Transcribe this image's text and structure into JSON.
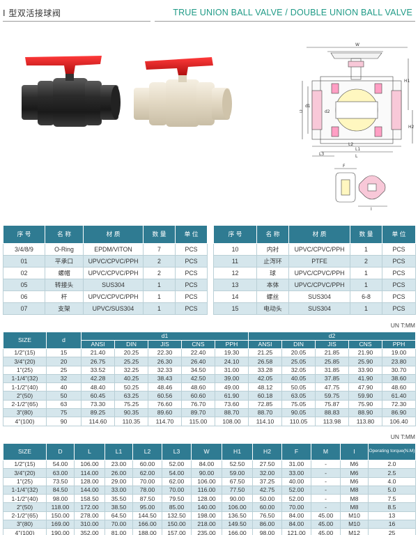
{
  "header": {
    "title_cn": "I 型双活接球阀",
    "title_en": "TRUE UNION BALL VALVE / DOUBLE UNION BALL VALVE"
  },
  "photos": {
    "valve1_color": "#2a2a2a",
    "valve2_color": "#e8e0cf",
    "handle_color": "#d81e1e"
  },
  "drawing_labels": {
    "D": "D",
    "d1": "d1",
    "d2": "d2",
    "L": "L",
    "L1": "L1",
    "L2": "L2",
    "L3": "L3",
    "H1": "H1",
    "H2": "H2",
    "W": "W",
    "F": "F",
    "I": "I"
  },
  "parts": {
    "headers": [
      "序 号",
      "名 称",
      "材 质",
      "数 量",
      "单 位"
    ],
    "left": [
      [
        "3/4/8/9",
        "O-Ring",
        "EPDM/VITON",
        "7",
        "PCS"
      ],
      [
        "01",
        "平承口",
        "UPVC/CPVC/PPH",
        "2",
        "PCS"
      ],
      [
        "02",
        "螺帽",
        "UPVC/CPVC/PPH",
        "2",
        "PCS"
      ],
      [
        "05",
        "转接头",
        "SUS304",
        "1",
        "PCS"
      ],
      [
        "06",
        "杆",
        "UPVC/CPVC/PPH",
        "1",
        "PCS"
      ],
      [
        "07",
        "支架",
        "UPVC/SUS304",
        "1",
        "PCS"
      ]
    ],
    "right": [
      [
        "10",
        "内衬",
        "UPVC/CPVC/PPH",
        "1",
        "PCS"
      ],
      [
        "11",
        "止泻环",
        "PTFE",
        "2",
        "PCS"
      ],
      [
        "12",
        "球",
        "UPVC/CPVC/PPH",
        "1",
        "PCS"
      ],
      [
        "13",
        "本体",
        "UPVC/CPVC/PPH",
        "1",
        "PCS"
      ],
      [
        "14",
        "螺丝",
        "SUS304",
        "6-8",
        "PCS"
      ],
      [
        "15",
        "电动头",
        "SUS304",
        "1",
        "PCS"
      ]
    ]
  },
  "unit_label": "UN T:MM",
  "unit_label2": "UN T:MM",
  "dims1": {
    "size": "SIZE",
    "d": "d",
    "d1": "d1",
    "d2": "d2",
    "sub": [
      "ANSI",
      "DIN",
      "JIS",
      "CNS",
      "PPH",
      "ANSI",
      "DIN",
      "JIS",
      "CNS",
      "PPH"
    ],
    "rows": [
      [
        "1/2\"(15)",
        "15",
        "21.40",
        "20.25",
        "22.30",
        "22.40",
        "19.30",
        "21.25",
        "20.05",
        "21.85",
        "21.90",
        "19.00"
      ],
      [
        "3/4\"(20)",
        "20",
        "26.75",
        "25.25",
        "26.30",
        "26.40",
        "24.10",
        "26.58",
        "25.05",
        "25.85",
        "25.90",
        "23.80"
      ],
      [
        "1\"(25)",
        "25",
        "33.52",
        "32.25",
        "32.33",
        "34.50",
        "31.00",
        "33.28",
        "32.05",
        "31.85",
        "33.90",
        "30.70"
      ],
      [
        "1-1/4\"(32)",
        "32",
        "42.28",
        "40.25",
        "38.43",
        "42.50",
        "39.00",
        "42.05",
        "40.05",
        "37.85",
        "41.90",
        "38.60"
      ],
      [
        "1-1/2\"(40)",
        "40",
        "48.40",
        "50.25",
        "48.46",
        "48.60",
        "49.00",
        "48.12",
        "50.05",
        "47.75",
        "47.90",
        "48.60"
      ],
      [
        "2\"(50)",
        "50",
        "60.45",
        "63.25",
        "60.56",
        "60.60",
        "61.90",
        "60.18",
        "63.05",
        "59.75",
        "59.90",
        "61.40"
      ],
      [
        "2-1/2\"(65)",
        "63",
        "73.30",
        "75.25",
        "76.60",
        "76.70",
        "73.60",
        "72.85",
        "75.05",
        "75.87",
        "75.90",
        "72.30"
      ],
      [
        "3\"(80)",
        "75",
        "89.25",
        "90.35",
        "89.60",
        "89.70",
        "88.70",
        "88.70",
        "90.05",
        "88.83",
        "88.90",
        "86.90"
      ],
      [
        "4\"(100)",
        "90",
        "114.60",
        "110.35",
        "114.70",
        "115.00",
        "108.00",
        "114.10",
        "110.05",
        "113.98",
        "113.80",
        "106.40"
      ]
    ]
  },
  "dims2": {
    "headers": [
      "SIZE",
      "D",
      "L",
      "L1",
      "L2",
      "L3",
      "W",
      "H1",
      "H2",
      "F",
      "M",
      "I",
      "Operating torque(N.M)"
    ],
    "rows": [
      [
        "1/2\"(15)",
        "54.00",
        "106.00",
        "23.00",
        "60.00",
        "52.00",
        "84.00",
        "52.50",
        "27.50",
        "31.00",
        "-",
        "M6",
        "2.0"
      ],
      [
        "3/4\"(20)",
        "63.00",
        "114.00",
        "26.00",
        "62.00",
        "54.00",
        "90.00",
        "59.00",
        "32.00",
        "33.00",
        "-",
        "M6",
        "2.5"
      ],
      [
        "1\"(25)",
        "73.50",
        "128.00",
        "29.00",
        "70.00",
        "62.00",
        "106.00",
        "67.50",
        "37.25",
        "40.00",
        "-",
        "M6",
        "4.0"
      ],
      [
        "1-1/4\"(32)",
        "84.50",
        "144.00",
        "33.00",
        "78.00",
        "70.00",
        "116.00",
        "77.50",
        "42.75",
        "52.00",
        "-",
        "M8",
        "5.0"
      ],
      [
        "1-1/2\"(40)",
        "98.00",
        "158.50",
        "35.50",
        "87.50",
        "79.50",
        "128.00",
        "90.00",
        "50.00",
        "52.00",
        "-",
        "M8",
        "7.5"
      ],
      [
        "2\"(50)",
        "118.00",
        "172.00",
        "38.50",
        "95.00",
        "85.00",
        "140.00",
        "106.00",
        "60.00",
        "70.00",
        "-",
        "M8",
        "8.5"
      ],
      [
        "2-1/2\"(65)",
        "150.00",
        "278.00",
        "64.50",
        "144.50",
        "132.50",
        "198.00",
        "136.50",
        "76.50",
        "84.00",
        "45.00",
        "M10",
        "13"
      ],
      [
        "3\"(80)",
        "169.00",
        "310.00",
        "70.00",
        "166.00",
        "150.00",
        "218.00",
        "149.50",
        "86.00",
        "84.00",
        "45.00",
        "M10",
        "16"
      ],
      [
        "4\"(100)",
        "190.00",
        "352.00",
        "81.00",
        "188.00",
        "157.00",
        "235.00",
        "166.00",
        "98.00",
        "121.00",
        "45.00",
        "M12",
        "25"
      ]
    ]
  }
}
